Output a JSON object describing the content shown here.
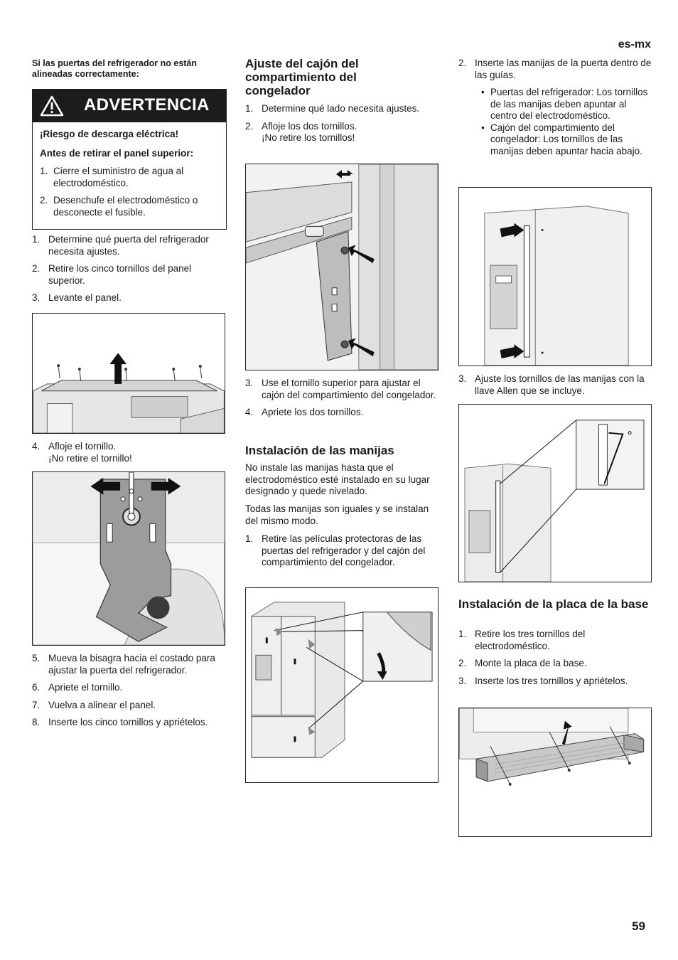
{
  "header": {
    "language": "es-mx"
  },
  "footer": {
    "page_number": "59"
  },
  "col1": {
    "intro": "Si las puertas del refrigerador no están alineadas correctamente:",
    "warning": {
      "title": "ADVERTENCIA",
      "risk": "¡Riesgo de descarga eléctrica!",
      "before": "Antes de retirar el panel superior:",
      "steps": [
        {
          "num": "1.",
          "text": "Cierre el suministro de agua al electrodoméstico."
        },
        {
          "num": "2.",
          "text": "Desenchufe el electrodoméstico o desconecte el fusible."
        }
      ]
    },
    "steps_a": [
      {
        "num": "1.",
        "text": "Determine qué puerta del refrigerador necesita ajustes."
      },
      {
        "num": "2.",
        "text": "Retire los cinco tornillos del panel superior."
      },
      {
        "num": "3.",
        "text": "Levante el panel."
      }
    ],
    "steps_b": [
      {
        "num": "4.",
        "text": "Afloje el tornillo.",
        "note": "¡No retire el tornillo!"
      }
    ],
    "steps_c": [
      {
        "num": "5.",
        "text": "Mueva la bisagra hacia el costado para ajustar la puerta del refrigerador."
      },
      {
        "num": "6.",
        "text": "Apriete el tornillo."
      },
      {
        "num": "7.",
        "text": "Vuelva a alinear el panel."
      },
      {
        "num": "8.",
        "text": "Inserte los cinco tornillos y apriételos."
      }
    ]
  },
  "col2": {
    "heading1": "Ajuste del cajón del compartimiento del congelador",
    "steps_a": [
      {
        "num": "1.",
        "text": "Determine qué lado necesita ajustes."
      },
      {
        "num": "2.",
        "text": "Afloje los dos tornillos.",
        "note": "¡No retire los tornillos!"
      }
    ],
    "steps_b": [
      {
        "num": "3.",
        "text": "Use el tornillo superior para ajustar el cajón del compartimiento del congelador."
      },
      {
        "num": "4.",
        "text": "Apriete los dos tornillos."
      }
    ],
    "heading2": "Instalación de las manijas",
    "para1": "No instale las manijas hasta que el electrodoméstico esté instalado en su lugar designado y quede nivelado.",
    "para2": "Todas las manijas son iguales y se instalan del mismo modo.",
    "steps_c": [
      {
        "num": "1.",
        "text": "Retire las películas protectoras de las puertas del refrigerador y del cajón del compartimiento del congelador."
      }
    ]
  },
  "col3": {
    "steps_a": [
      {
        "num": "2.",
        "text": "Inserte las manijas de la puerta dentro de las guías."
      }
    ],
    "bullets": [
      "Puertas del refrigerador: Los tornillos de las manijas deben apuntar al centro del electrodoméstico.",
      "Cajón del compartimiento del congelador: Los tornillos de las manijas deben apuntar hacia abajo."
    ],
    "steps_b": [
      {
        "num": "3.",
        "text": "Ajuste los tornillos de las manijas con la llave Allen que se incluye."
      }
    ],
    "heading": "Instalación de la placa de la base",
    "steps_c": [
      {
        "num": "1.",
        "text": "Retire los tres tornillos del electrodoméstico."
      },
      {
        "num": "2.",
        "text": "Monte la placa de la base."
      },
      {
        "num": "3.",
        "text": "Inserte los tres tornillos y apriételos."
      }
    ]
  }
}
